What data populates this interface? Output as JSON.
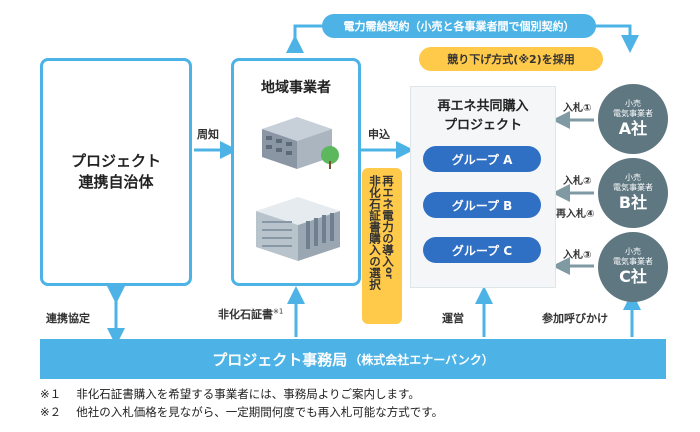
{
  "top_banner": "電力需給契約（小売と各事業者間で個別契約）",
  "auction_badge": "競り下げ方式(※2)を採用",
  "municipality": "プロジェクト\n連携自治体",
  "regional_business": "地域事業者",
  "project_title": "再エネ共同購入\nプロジェクト",
  "groups": [
    "グループ A",
    "グループ B",
    "グループ C"
  ],
  "retailers": [
    {
      "small": "小売\n電気事業者",
      "big": "A社"
    },
    {
      "small": "小売\n電気事業者",
      "big": "B社"
    },
    {
      "small": "小売\n電気事業者",
      "big": "C社"
    }
  ],
  "bids": [
    "入札①",
    "入札②",
    "再入札④",
    "入札③"
  ],
  "flow_labels": {
    "shuchi": "周知",
    "moushikomi": "申込",
    "renkei_kyotei": "連携協定",
    "hika_shoshou": "非化石証書",
    "hika_note_mark": "※1",
    "unei": "運営",
    "sanka": "参加呼びかけ"
  },
  "choice_box": [
    "再エネ電力の導入",
    "or",
    "非化石証書購入の選択"
  ],
  "office_main": "プロジェクト事務局",
  "office_sub": "（株式会社エナーバンク）",
  "notes": [
    "※１　 非化石証書購入を希望する事業者には、事務局よりご案内します。",
    "※２　 他社の入札価格を見ながら、一定期間何度でも再入札可能な方式です。"
  ],
  "colors": {
    "frame": "#4db3e6",
    "group": "#2f6fc4",
    "company": "#5f7780",
    "accent": "#ffc94a",
    "office": "#4db3e6"
  }
}
